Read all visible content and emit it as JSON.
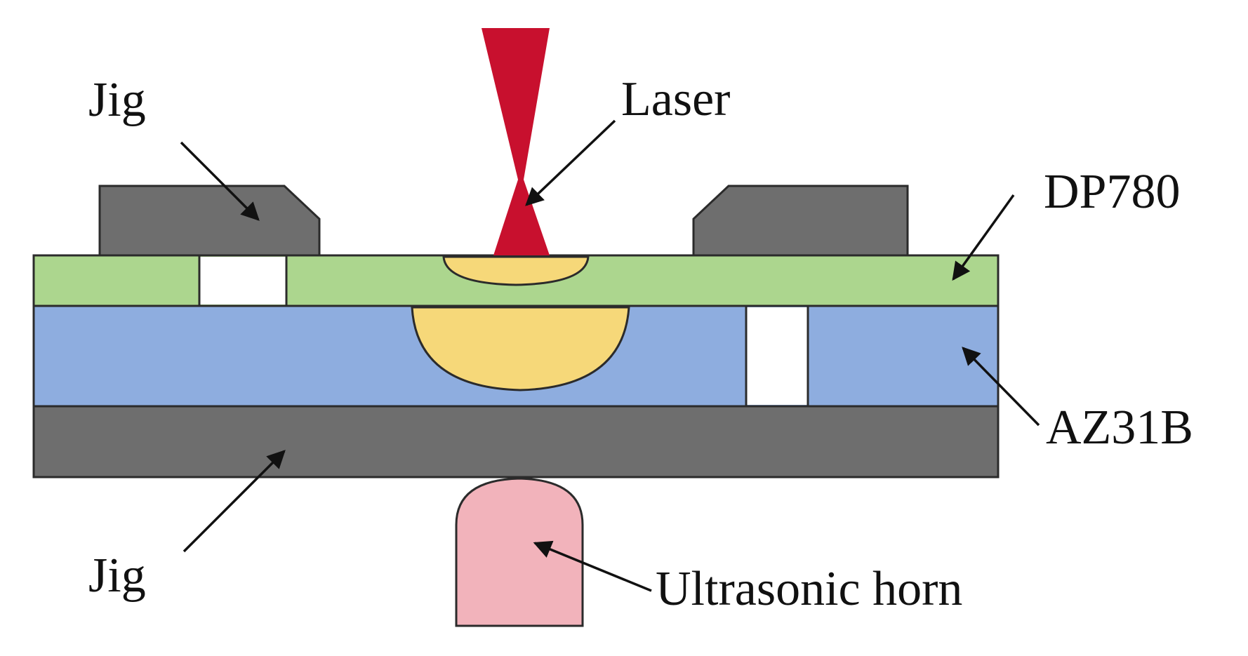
{
  "labels": {
    "jig_top": "Jig",
    "laser": "Laser",
    "dp780": "DP780",
    "az31b": "AZ31B",
    "jig_bottom": "Jig",
    "horn": "Ultrasonic horn"
  },
  "colors": {
    "jig": "#6e6e6e",
    "dp780": "#acd68e",
    "az31b": "#8eaddf",
    "weld_nugget": "#f6d879",
    "laser": "#c8102e",
    "horn": "#f2b3bb",
    "gap": "#ffffff"
  }
}
